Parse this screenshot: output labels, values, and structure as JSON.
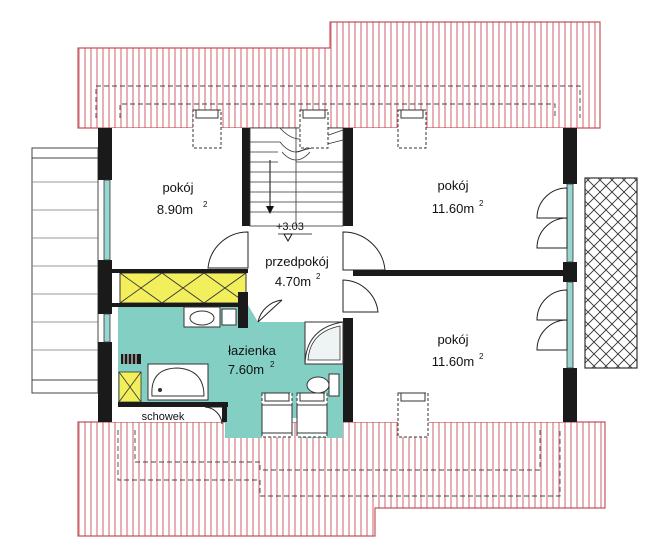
{
  "colors": {
    "roof_stripe": "#d9868c",
    "roof_bg": "#ffffff",
    "wall": "#1a1a1a",
    "bathroom": "#84cfc4",
    "storage_yellow": "#f3ef5c",
    "window_glass": "#9ad6d0",
    "dash": "#444444"
  },
  "rooms": {
    "room_left": {
      "name": "pokój",
      "area": "8.90m",
      "sup": "2"
    },
    "room_top_right": {
      "name": "pokój",
      "area": "11.60m",
      "sup": "2"
    },
    "hallway": {
      "name": "przedpokój",
      "area": "4.70m",
      "sup": "2"
    },
    "bathroom": {
      "name": "łazienka",
      "area": "7.60m",
      "sup": "2"
    },
    "room_bottom_right": {
      "name": "pokój",
      "area": "11.60m",
      "sup": "2"
    },
    "closet": {
      "name": "schowek"
    }
  },
  "level": {
    "value": "+3.03"
  },
  "icons": {
    "stairs": "stairs-icon",
    "door": "door-swing-icon",
    "window": "roof-window-icon",
    "bathtub": "bathtub-icon",
    "toilet": "toilet-icon",
    "sink": "sink-icon",
    "shower": "shower-icon"
  }
}
